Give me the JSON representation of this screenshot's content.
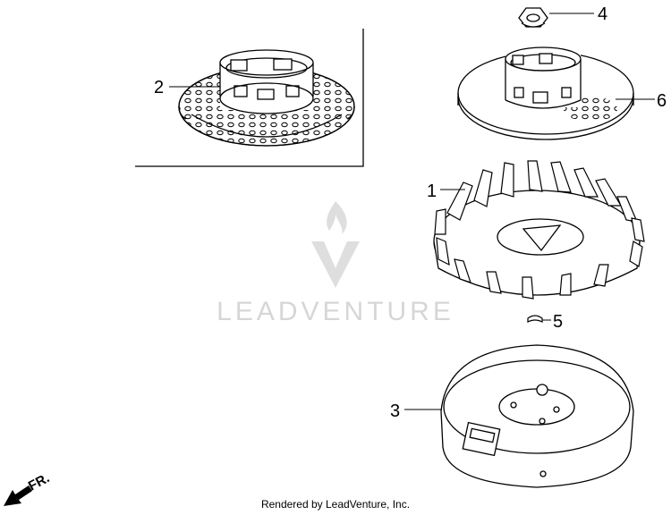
{
  "watermark": {
    "text": "LEADVENTURE"
  },
  "credit": "Rendered by LeadVenture, Inc.",
  "direction_label": "FR.",
  "callouts": [
    {
      "id": "1",
      "label": "1"
    },
    {
      "id": "2",
      "label": "2"
    },
    {
      "id": "3",
      "label": "3"
    },
    {
      "id": "4",
      "label": "4"
    },
    {
      "id": "5",
      "label": "5"
    },
    {
      "id": "6",
      "label": "6"
    }
  ],
  "colors": {
    "line": "#000000",
    "watermark": "#d6d6d6",
    "background": "#ffffff"
  }
}
